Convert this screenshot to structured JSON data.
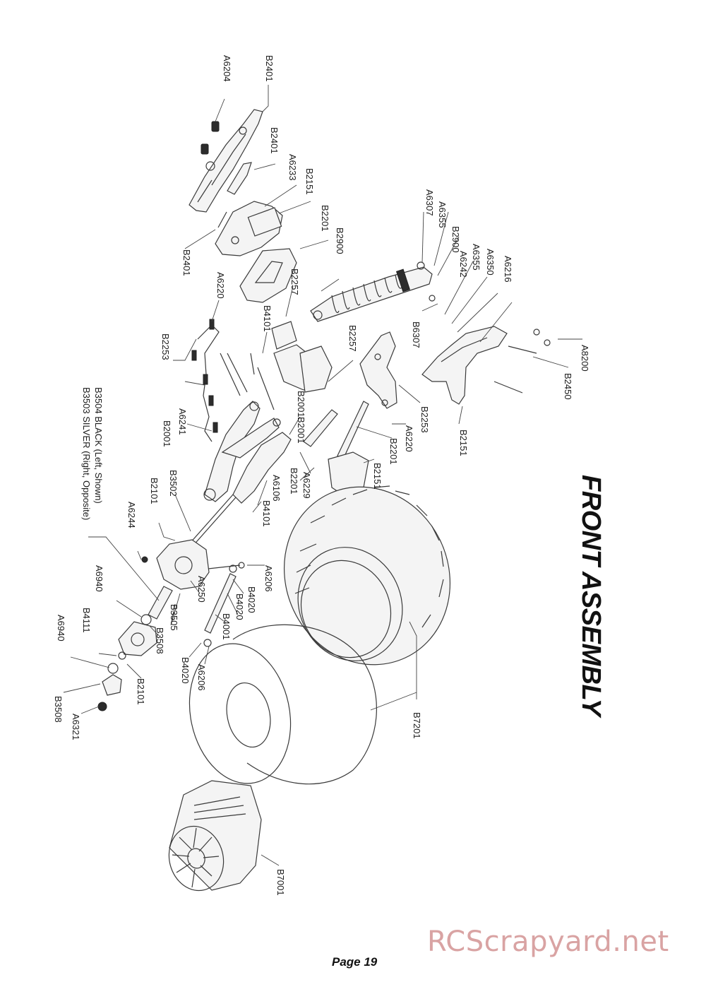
{
  "title": "FRONT ASSEMBLY",
  "page": "Page 19",
  "watermark": "RCScrapyard.net",
  "labels": {
    "a6204": "A6204",
    "b2401_top": "B2401",
    "b2401_mid": "B2401",
    "a6233": "A6233",
    "b2151_top": "B2151",
    "b2201_top": "B2201",
    "b2900_left": "B2900",
    "b2401_bottom": "B2401",
    "a6220_left": "A6220",
    "b2257_left": "B2257",
    "b4101_top": "B4101",
    "b2257_mid": "B2257",
    "b2253_left": "B2253",
    "b3504": "B3504 BLACK (Left, Shown)",
    "b3503": "B3503 SILVER (Right, Opposite)",
    "a6241": "A6241",
    "b2001_left": "B2001",
    "b2001_mid": "B2001",
    "b2001_low": "B2001",
    "a6307": "A6307",
    "a6355_a": "A6355",
    "b2900_right": "B2900",
    "a6355_b": "A6355",
    "a6242": "A6242",
    "a6350": "A6350",
    "a6216": "A6216",
    "b6307": "B6307",
    "a8200": "A8200",
    "b2450": "B2450",
    "b2253_right": "B2253",
    "a6220_right": "A6220",
    "b2201_right": "B2201",
    "b2151_right": "B2151",
    "b2151_low": "B2151",
    "b2201_low": "B2201",
    "a6229": "A6229",
    "a6106": "A6106",
    "b4101_low": "B4101",
    "b3502": "B3502",
    "b2101_top": "B2101",
    "a6244": "A6244",
    "a6206_top": "A6206",
    "a6250": "A6250",
    "b4020_a": "B4020",
    "b4020_b": "B4020",
    "b4001": "B4001",
    "a6940_top": "A6940",
    "b3505": "B3505",
    "b4111": "B4111",
    "b3508_top": "B3508",
    "a6940_bot": "A6940",
    "b4020_c": "B4020",
    "a6206_bot": "A6206",
    "b2101_bot": "B2101",
    "b3508_bot": "B3508",
    "a6321": "A6321",
    "b7201": "B7201",
    "b7001": "B7001"
  }
}
